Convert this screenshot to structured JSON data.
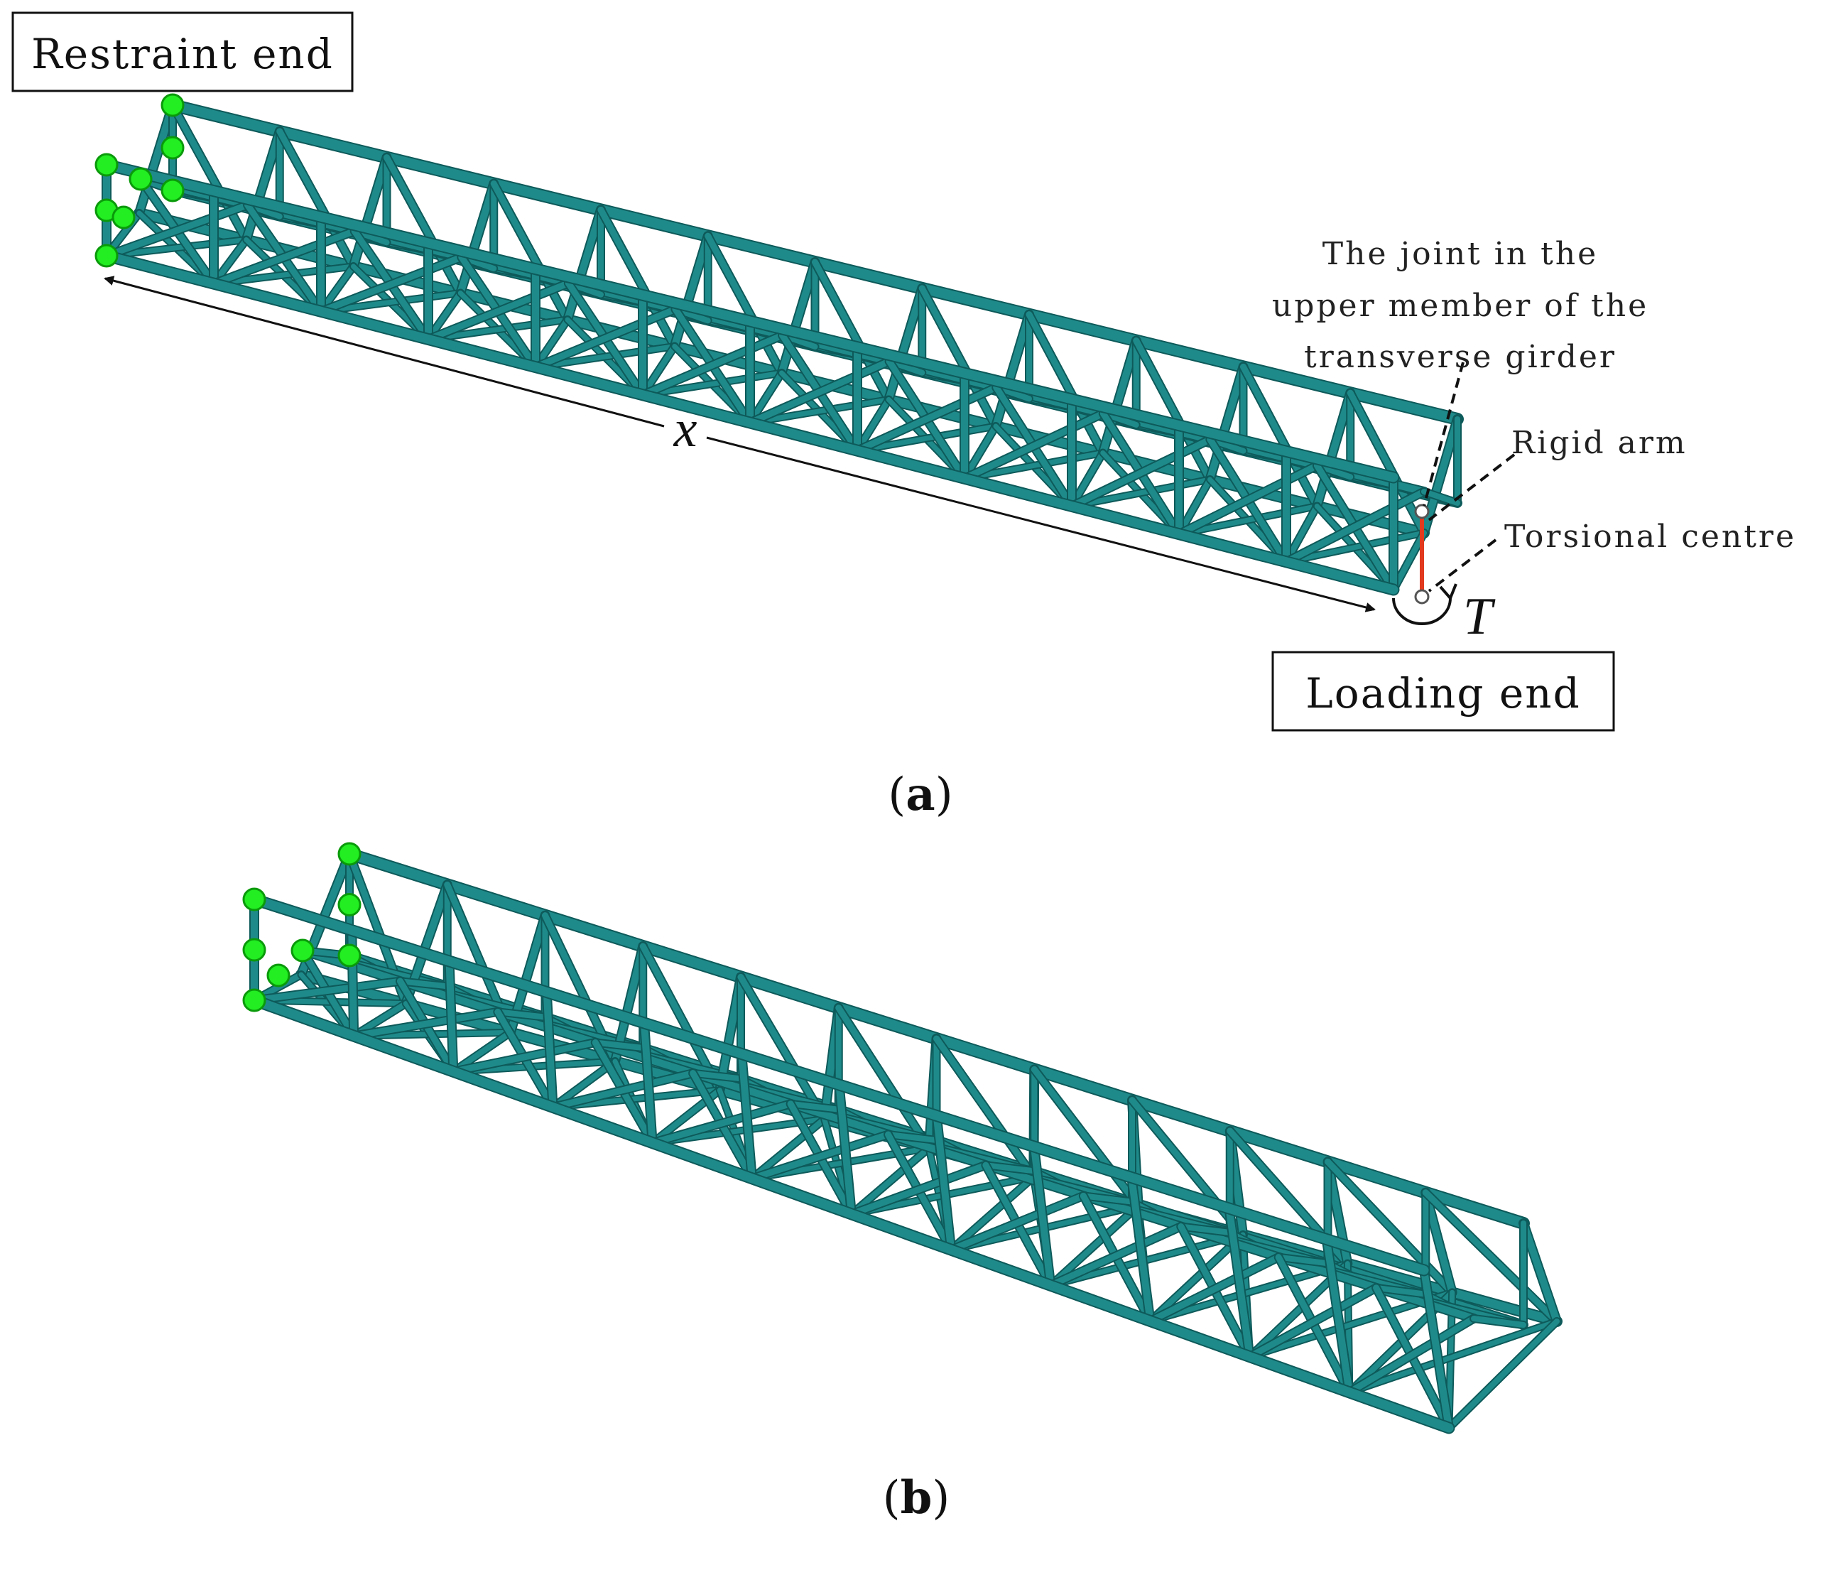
{
  "colors": {
    "member": "#1f8a8a",
    "member_edge": "#0e5a5a",
    "support": "#22ee22",
    "support_edge": "#0a9a0a",
    "rigid_arm": "#e23a1e",
    "text": "#111111"
  },
  "panel_a": {
    "restraint_label": "Restraint end",
    "loading_label": "Loading end",
    "annotations": {
      "joint": [
        "The joint in the",
        "upper member of the",
        "transverse girder"
      ],
      "rigid_arm": "Rigid arm",
      "torsional_centre": "Torsional centre"
    },
    "dimension_symbol": "x",
    "torque_symbol": "T",
    "caption": {
      "open": "(",
      "letter": "a",
      "close": ")"
    }
  },
  "panel_b": {
    "caption": {
      "open": "(",
      "letter": "b",
      "close": ")"
    }
  }
}
